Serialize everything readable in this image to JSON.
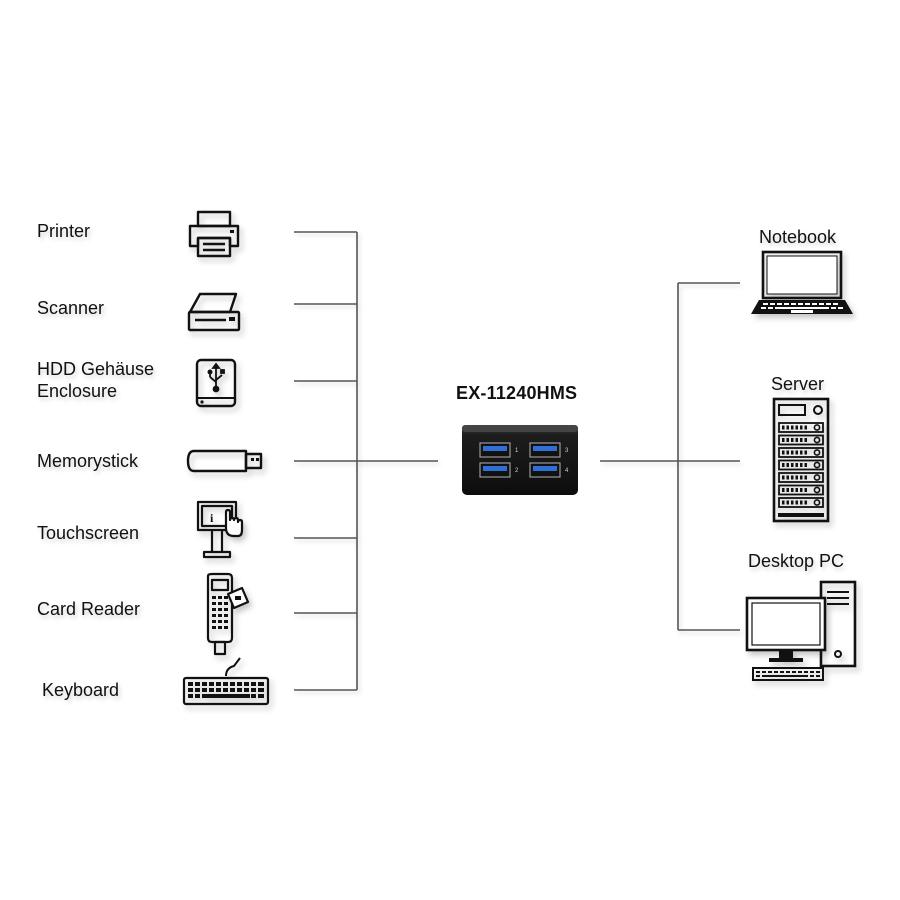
{
  "title": "EX-11240HMS",
  "devices_left": [
    {
      "label": "Printer",
      "icon": "printer-icon"
    },
    {
      "label": "Scanner",
      "icon": "scanner-icon"
    },
    {
      "label": "HDD Gehäuse",
      "label2": "Enclosure",
      "icon": "hdd-enclosure-icon"
    },
    {
      "label": "Memorystick",
      "icon": "usb-stick-icon"
    },
    {
      "label": "Touchscreen",
      "icon": "touchscreen-kiosk-icon"
    },
    {
      "label": "Card Reader",
      "icon": "card-reader-icon"
    },
    {
      "label": "Keyboard",
      "icon": "keyboard-icon"
    }
  ],
  "devices_right": [
    {
      "label": "Notebook",
      "icon": "notebook-icon"
    },
    {
      "label": "Server",
      "icon": "server-icon"
    },
    {
      "label": "Desktop PC",
      "icon": "desktop-pc-icon"
    }
  ],
  "hub": {
    "port_numbers": [
      "1",
      "2",
      "3",
      "4"
    ],
    "icon": "usb-hub-icon"
  },
  "colors": {
    "line": "#555555",
    "icon": "#111111",
    "hub_body": "#1a1a1a",
    "port": "#2f6fd6"
  }
}
